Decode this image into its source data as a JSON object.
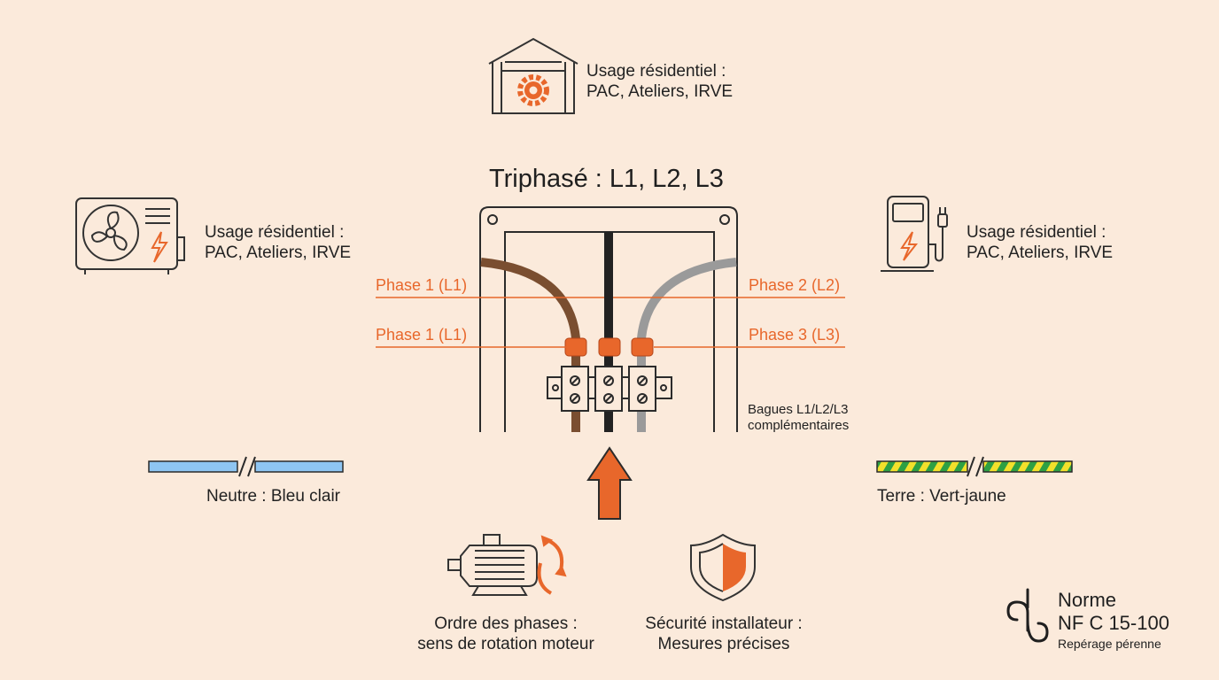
{
  "title": "Triphasé : L1, L2, L3",
  "usages": {
    "top": {
      "line1": "Usage résidentiel :",
      "line2": "PAC, Ateliers, IRVE"
    },
    "left": {
      "line1": "Usage résidentiel :",
      "line2": "PAC, Ateliers, IRVE"
    },
    "right": {
      "line1": "Usage résidentiel :",
      "line2": "PAC, Ateliers, IRVE"
    }
  },
  "phases": {
    "left_upper": "Phase 1 (L1)",
    "left_lower": "Phase 1 (L1)",
    "right_upper": "Phase 2 (L2)",
    "right_lower": "Phase 3 (L3)"
  },
  "bagues": {
    "line1": "Bagues L1/L2/L3",
    "line2": "complémentaires"
  },
  "neutre": "Neutre : Bleu clair",
  "terre": "Terre : Vert-jaune",
  "ordre": {
    "line1": "Ordre des phases :",
    "line2": "sens de rotation moteur"
  },
  "securite": {
    "line1": "Sécurité installateur :",
    "line2": "Mesures précises"
  },
  "norme": {
    "line1": "Norme",
    "line2": "NF C 15-100",
    "line3": "Repérage pérenne"
  },
  "icons": [
    "garage-gear-icon",
    "heat-pump-icon",
    "ev-charger-icon",
    "motor-rotation-icon",
    "shield-icon",
    "norme-logo-icon",
    "up-arrow-icon"
  ],
  "colors": {
    "accent": "#e8672b",
    "background": "#fbeadb",
    "neutre": "#8ec5f2",
    "terre_green": "#2ea043",
    "terre_yellow": "#f2e02b",
    "wire_brown": "#7a4e30",
    "wire_black": "#222222",
    "wire_grey": "#9a9a9a"
  }
}
